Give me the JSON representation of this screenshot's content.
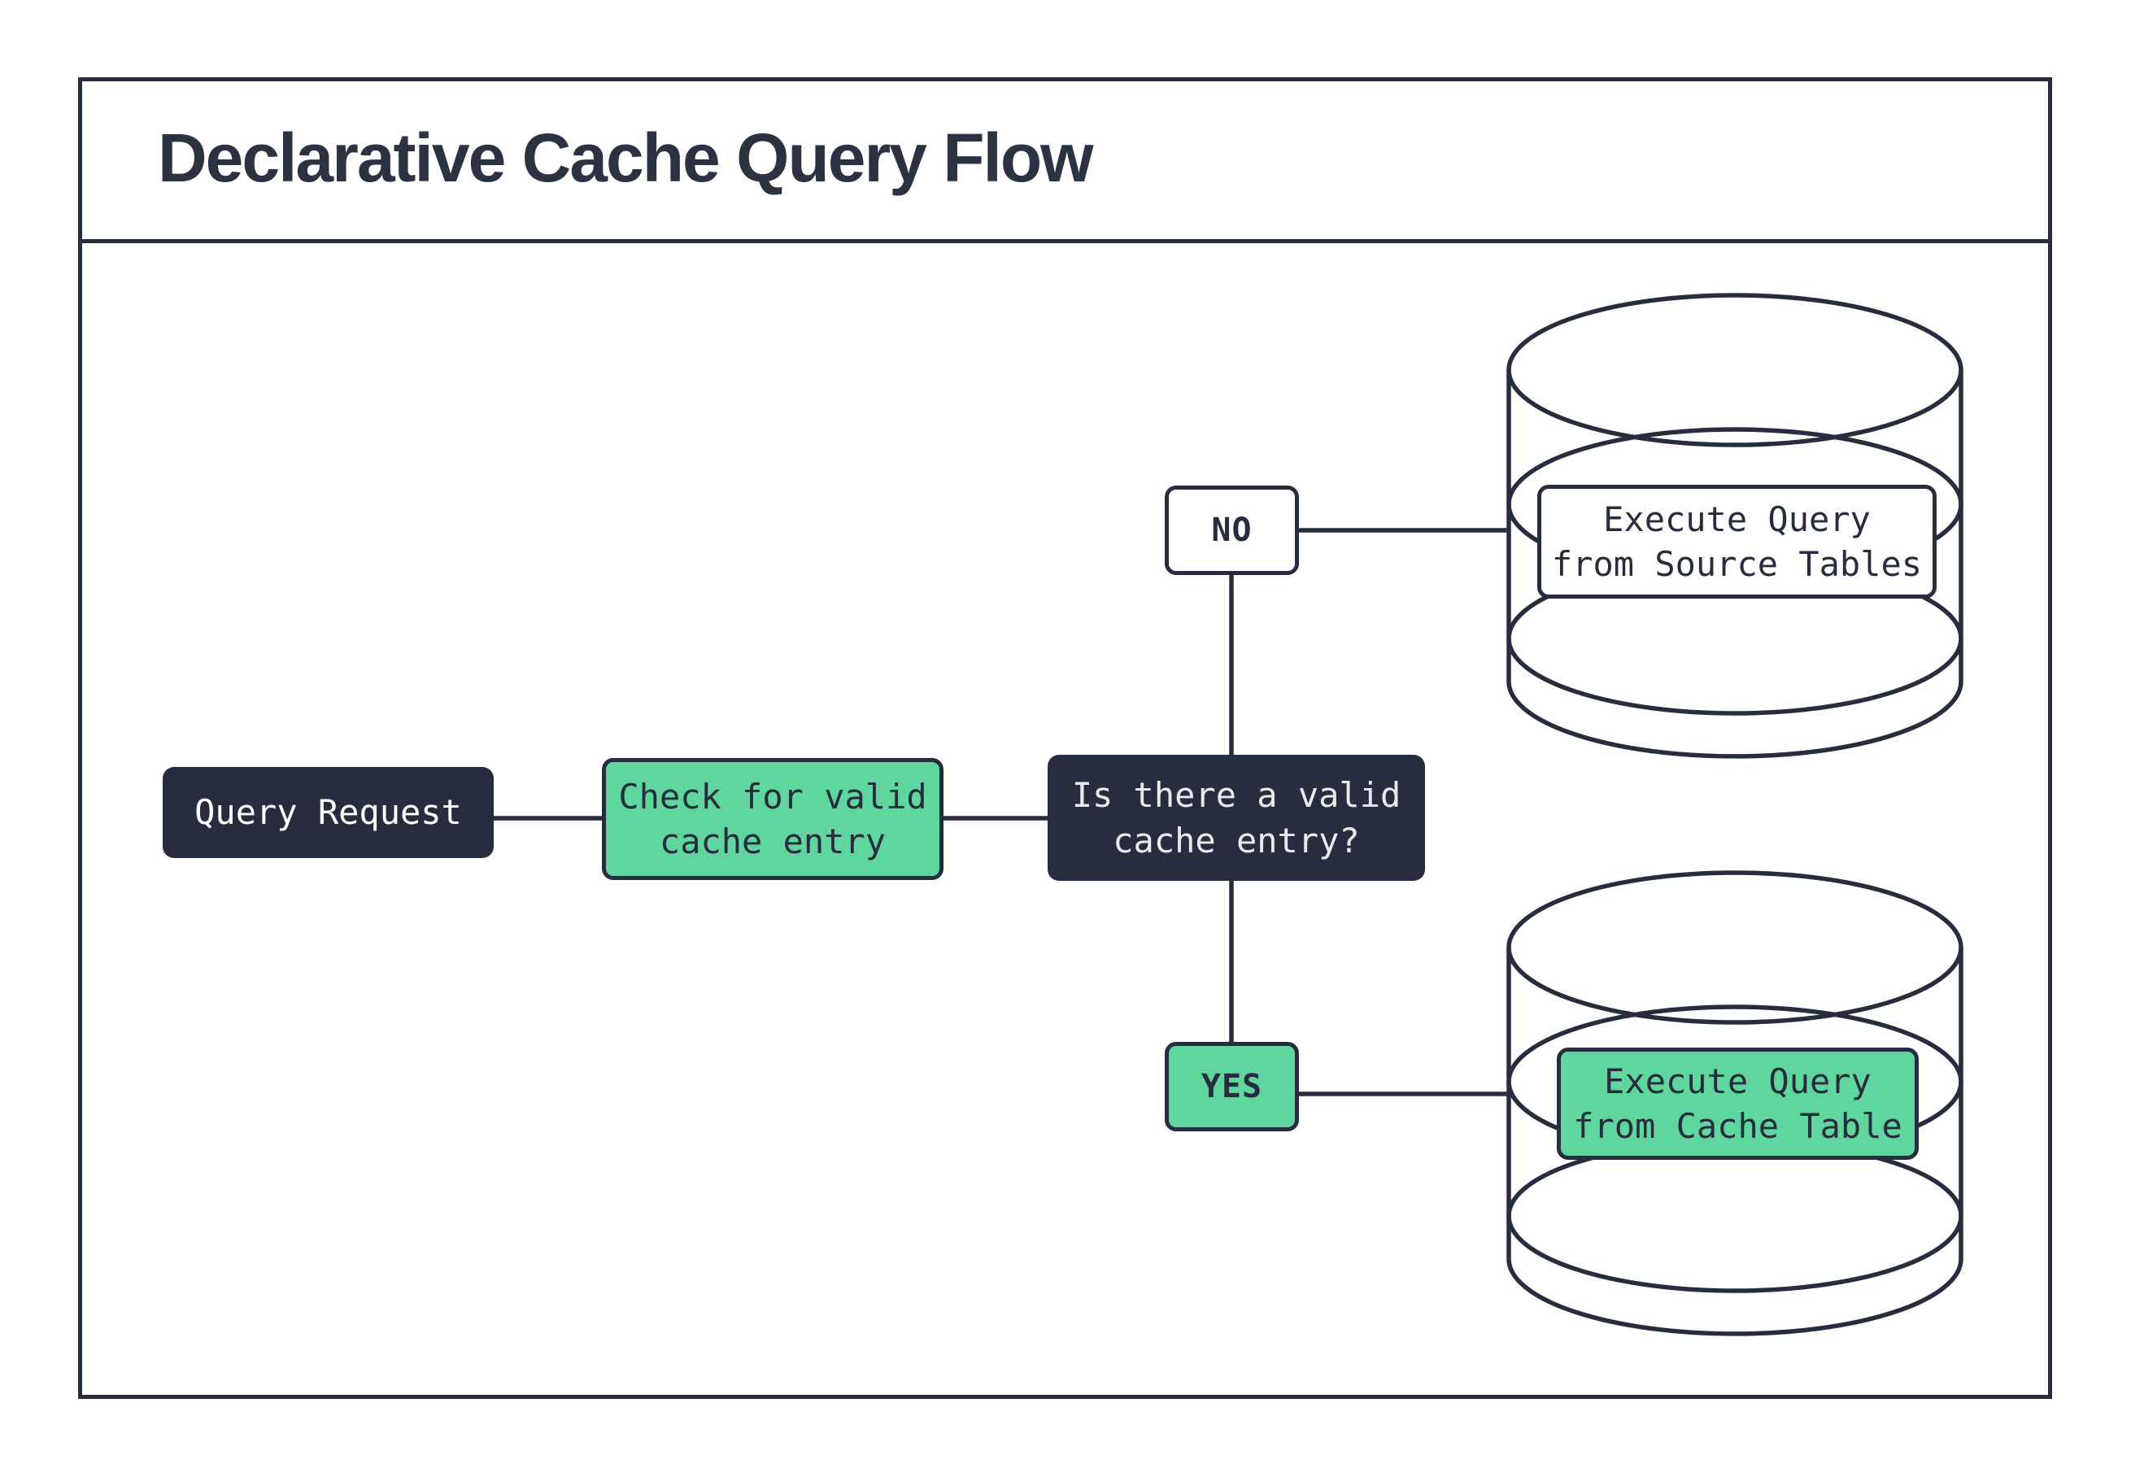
{
  "header": {
    "title": "Declarative Cache Query Flow"
  },
  "colors": {
    "dark_navy": "#272d3e",
    "green": "#5ed69d",
    "light_text": "#e9eaec",
    "background": "#ffffff"
  },
  "flow": {
    "query_request": "Query Request",
    "check_cache": "Check for valid\ncache entry",
    "decision": "Is there a valid\ncache entry?",
    "branch_no": "NO",
    "branch_yes": "YES",
    "execute_source": "Execute Query\nfrom Source Tables",
    "execute_cache": "Execute Query\nfrom Cache Table"
  }
}
